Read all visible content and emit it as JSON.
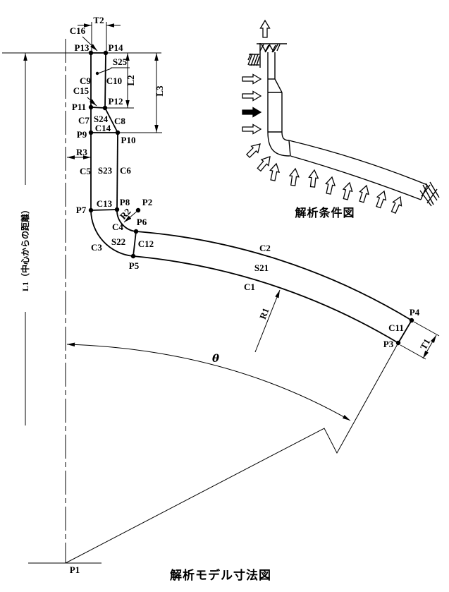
{
  "figure": {
    "model_caption": "解析モデル寸法図",
    "condition_caption": "解析条件図"
  },
  "points": {
    "p1": "P1",
    "p2": "P2",
    "p3": "P3",
    "p4": "P4",
    "p5": "P5",
    "p6": "P6",
    "p7": "P7",
    "p8": "P8",
    "p9": "P9",
    "p10": "P10",
    "p11": "P11",
    "p12": "P12",
    "p13": "P13",
    "p14": "P14"
  },
  "curves": {
    "c1": "C1",
    "c2": "C2",
    "c3": "C3",
    "c4": "C4",
    "c5": "C5",
    "c6": "C6",
    "c7": "C7",
    "c8": "C8",
    "c9": "C9",
    "c10": "C10",
    "c11": "C11",
    "c12": "C12",
    "c13": "C13",
    "c14": "C14",
    "c15": "C15",
    "c16": "C16"
  },
  "segments": {
    "s21": "S21",
    "s22": "S22",
    "s23": "S23",
    "s24": "S24",
    "s25": "S25"
  },
  "dimensions": {
    "l1": "L1（中心からの距離）",
    "l2": "L2",
    "l3": "L3",
    "t1": "T1",
    "t2": "T2",
    "r1": "R1",
    "r2": "R2",
    "r3": "R3",
    "theta": "θ"
  },
  "colors": {
    "ink": "#000000",
    "background": "#ffffff"
  }
}
